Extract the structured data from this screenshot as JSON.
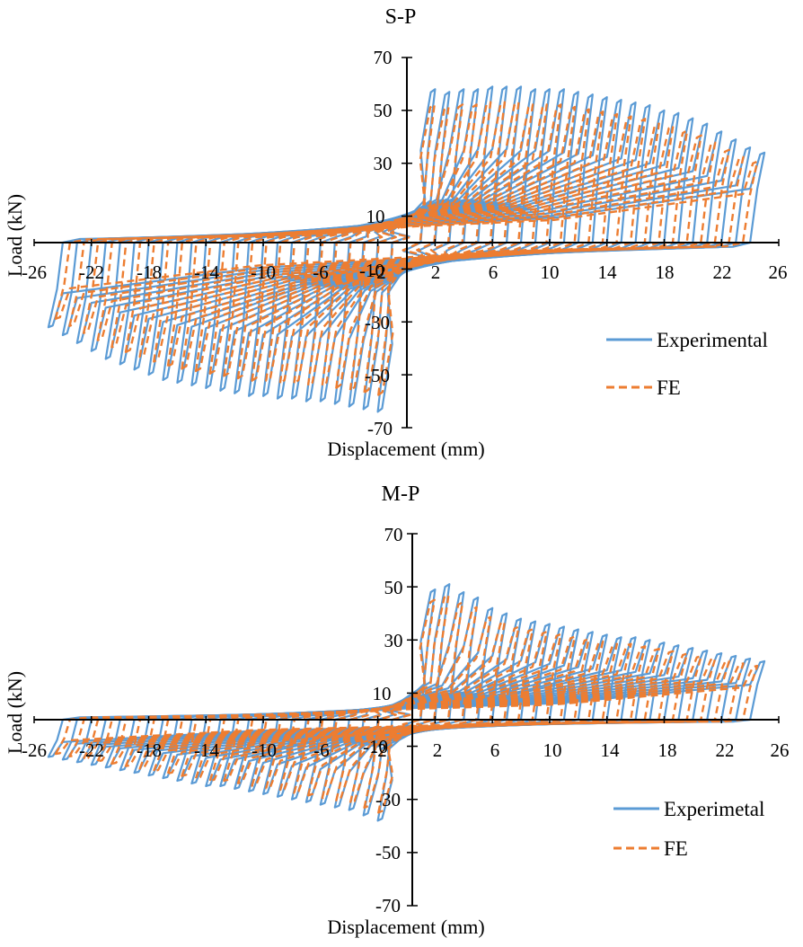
{
  "chart_data": [
    {
      "type": "line",
      "title": "S-P",
      "xlabel": "Displacement (mm)",
      "ylabel": "Load (kN)",
      "xlim": [
        -26,
        26
      ],
      "ylim": [
        -70,
        70
      ],
      "x_ticks": [
        "-26",
        "-22",
        "-18",
        "-14",
        "-10",
        "-6",
        "-2",
        "2",
        "6",
        "10",
        "14",
        "18",
        "22",
        "26"
      ],
      "y_ticks": [
        "70",
        "50",
        "30",
        "10",
        "-10",
        "-30",
        "-50",
        "-70"
      ],
      "grid": false,
      "legend": "right",
      "loops": {
        "displacements": [
          2,
          3,
          4,
          5,
          6,
          7,
          8,
          9,
          10,
          11,
          12,
          13,
          14,
          15,
          16,
          17,
          18,
          19,
          20,
          21,
          22,
          23,
          24,
          25
        ],
        "pos_peak": [
          58,
          57,
          58,
          58,
          59,
          59,
          59,
          58,
          58,
          58,
          57,
          56,
          55,
          54,
          53,
          52,
          50,
          49,
          47,
          45,
          42,
          39,
          36,
          34
        ],
        "neg_peak": [
          -64,
          -63,
          -62,
          -61,
          -60,
          -60,
          -59,
          -59,
          -58,
          -58,
          -57,
          -56,
          -55,
          -54,
          -53,
          -52,
          -50,
          -48,
          -46,
          -44,
          -41,
          -38,
          -35,
          -32
        ],
        "fe_factor": 0.9
      },
      "series": [
        {
          "name": "Experimental",
          "color": "#5b9bd5",
          "style": "solid"
        },
        {
          "name": "FE",
          "color": "#ed7d31",
          "style": "dashed"
        }
      ]
    },
    {
      "type": "line",
      "title": "M-P",
      "xlabel": "Displacement (mm)",
      "ylabel": "Load (kN)",
      "xlim": [
        -26,
        26
      ],
      "ylim": [
        -70,
        70
      ],
      "x_ticks": [
        "-26",
        "-22",
        "-18",
        "-14",
        "-10",
        "-6",
        "-2",
        "2",
        "6",
        "10",
        "14",
        "18",
        "22",
        "26"
      ],
      "y_ticks": [
        "70",
        "50",
        "30",
        "10",
        "-10",
        "-30",
        "-50",
        "-70"
      ],
      "grid": false,
      "legend": "right",
      "loops": {
        "displacements": [
          2,
          3,
          4,
          5,
          6,
          7,
          8,
          9,
          10,
          11,
          12,
          13,
          14,
          15,
          16,
          17,
          18,
          19,
          20,
          21,
          22,
          23,
          24,
          25
        ],
        "pos_peak": [
          49,
          51,
          48,
          46,
          42,
          40,
          38,
          37,
          36,
          35,
          34,
          33,
          32,
          31,
          31,
          30,
          29,
          28,
          27,
          26,
          25,
          24,
          23,
          22
        ],
        "neg_peak": [
          -38,
          -36,
          -34,
          -33,
          -32,
          -31,
          -30,
          -29,
          -28,
          -27,
          -26,
          -25,
          -25,
          -24,
          -23,
          -22,
          -21,
          -20,
          -19,
          -18,
          -17,
          -16,
          -15,
          -14
        ],
        "fe_factor": 0.92
      },
      "series": [
        {
          "name": "Experimetal",
          "color": "#5b9bd5",
          "style": "solid"
        },
        {
          "name": "FE",
          "color": "#ed7d31",
          "style": "dashed"
        }
      ]
    }
  ]
}
